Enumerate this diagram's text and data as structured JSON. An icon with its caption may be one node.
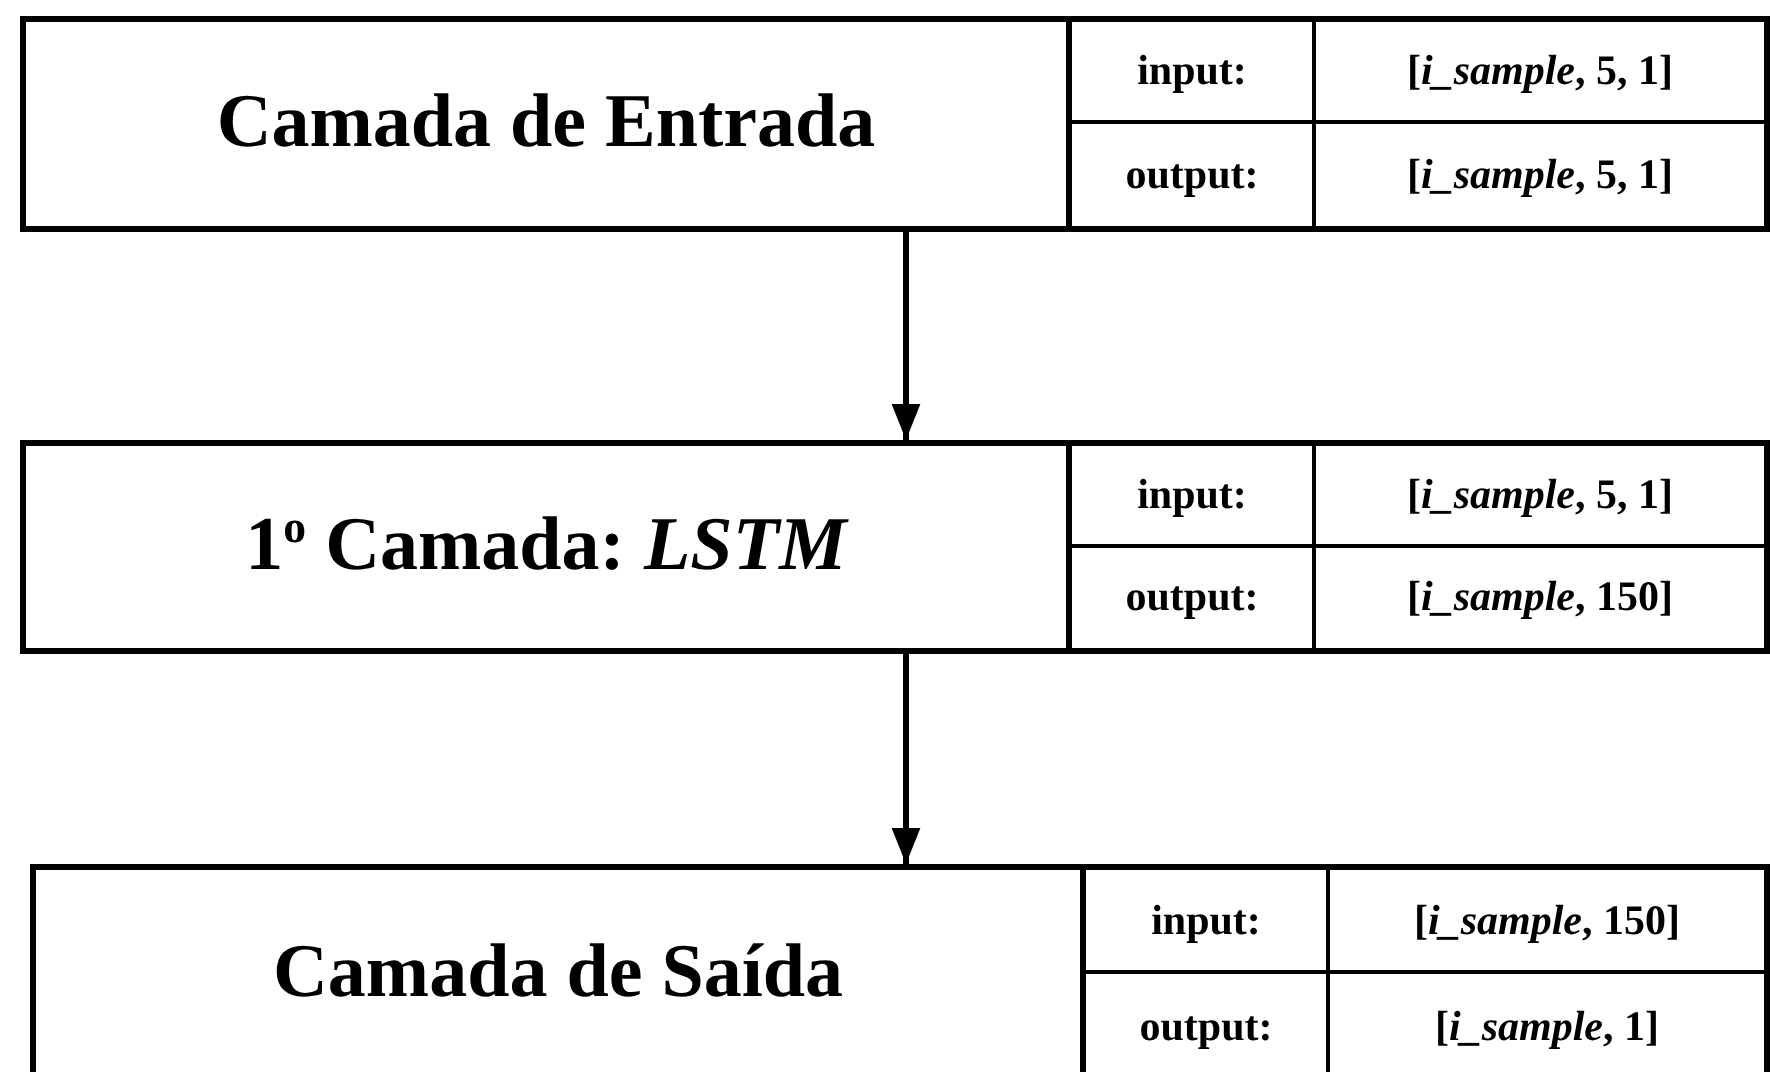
{
  "diagram": {
    "nodes": [
      {
        "text": [
          "Camada de Entrada",
          "input:",
          "[*i_sample*, 5, 1]",
          "output:",
          "[*i_sample*, 5, 1]"
        ]
      },
      {
        "text": [
          "1$^{o}$ Camada: *LSTM*",
          "input:",
          "[*i_sample*, 5, 1]",
          "output:",
          "[*i_sample*, 150]"
        ]
      },
      {
        "text": [
          "Camada de Saída",
          "input:",
          "[*i_sample*, 150]",
          "output:",
          "[*i_sample*, 1]"
        ]
      }
    ],
    "edges": [
      {
        "from": 0,
        "to": 1,
        "arrow": "to"
      },
      {
        "from": 1,
        "to": 2,
        "arrow": "to"
      }
    ]
  }
}
